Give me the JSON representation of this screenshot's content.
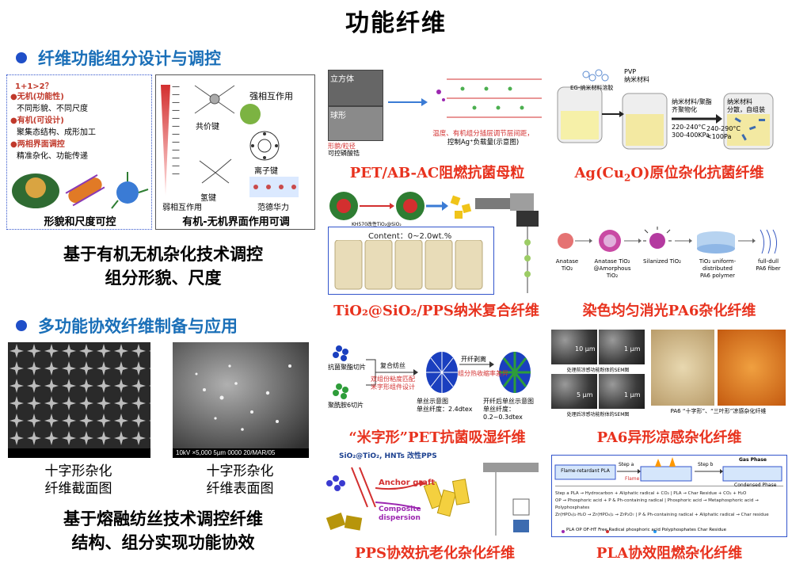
{
  "page_title": "功能纤维",
  "left": {
    "section1": {
      "heading": "纤维功能组分设计与调控",
      "box1": {
        "label_top": "1+1>2？",
        "items": [
          {
            "head": "●无机(功能性)",
            "sub": "不同形貌、不同尺度"
          },
          {
            "head": "●有机(可设计)",
            "sub": "聚集态结构、成形加工"
          },
          {
            "head": "●两相界面调控",
            "sub": "精准杂化、功能传递"
          }
        ],
        "caption": "形貌和尺度可控"
      },
      "box2": {
        "strong_label": "强相互作用",
        "weak_label": "弱相互作用",
        "bond_covalent": "共价键",
        "bond_ionic": "离子键",
        "bond_hydrogen": "氢键",
        "bond_vdw": "范德华力",
        "caption": "有机-无机界面作用可调"
      },
      "summary_line1": "基于有机无机杂化技术调控",
      "summary_line2": "组分形貌、尺度"
    },
    "section2": {
      "heading": "多功能协效纤维制备与应用",
      "img1_caption_line1": "十字形杂化",
      "img1_caption_line2": "纤维截面图",
      "img2_caption_line1": "十字形杂化",
      "img2_caption_line2": "纤维表面图",
      "sem_scale_text": "10kV  ×5,000  5µm  0000  20/MAR/05",
      "summary_line1": "基于熔融纺丝技术调控纤维",
      "summary_line2": "结构、组分实现功能协效"
    }
  },
  "right": {
    "p1": {
      "caption": "PET/AB-AC阻燃抗菌母粒",
      "label_cube": "立方体",
      "label_sphere": "球形",
      "label_shape": "形貌/粒径",
      "label_phosphate": "可控磷酸锆",
      "note_line1": "温度、有机组分插层调节层间距，",
      "note_line2": "控制Ag⁺负载量(示意图)"
    },
    "p2": {
      "caption_prefix": "Ag(Cu",
      "caption_sub": "2",
      "caption_suffix": "O)原位杂化抗菌纤维",
      "label_pvp": "PVP",
      "label_nano": "纳米材料",
      "label_eg": "EG-纳米材料溶胶",
      "label_step1a": "纳米材料/聚酯",
      "label_step1b": "齐聚物化",
      "label_cond1a": "220-240°C",
      "label_cond1b": "300-400KPa",
      "label_step2a": "纳米材料",
      "label_step2b": "分散，自组装",
      "label_cond2a": "240-290°C",
      "label_cond2b": "<100Pa"
    },
    "p3": {
      "caption": "TiO₂@SiO₂/PPS纳米复合纤维",
      "content_label": "Content：0~2.0wt.%",
      "kh_label": "KH570改性TiO₂@SiO₂"
    },
    "p4": {
      "caption": "染色均匀消光PA6杂化纤维",
      "label1a": "Anatase",
      "label1b": "TiO₂",
      "label2a": "Anatase TiO₂",
      "label2b": "@Amorphous TiO₂",
      "label3": "Silanized TiO₂",
      "label4a": "TiO₂ uniform-distributed",
      "label4b": "PA6 polymer",
      "label5a": "full-dull",
      "label5b": "PA6 fiber"
    },
    "p5": {
      "caption": "“米字形”PET抗菌吸湿纤维",
      "label_chip1": "抗菌聚酯切片",
      "label_chip2": "聚酰胺6切片",
      "label_spin": "复合纺丝",
      "label_design1": "双组份粘度匹配",
      "label_design2": "米字形组件设计",
      "label_cut": "开纤剥离",
      "label_shrink": "组分热收缩率差异",
      "label_mono1": "单丝示意图",
      "label_mono2": "单丝纤度：2.4dtex",
      "label_open1": "开纤后单丝示意图",
      "label_open2": "单丝纤度：0.2~0.3dtex"
    },
    "p6": {
      "caption": "PA6异形凉感杂化纤维",
      "scale1": "10 µm",
      "scale2": "1 µm",
      "scale3": "5 µm",
      "scale4": "1 µm",
      "sem_label1": "处理前凉感功能粉体的SEM图",
      "sem_label2": "处理后凉感功能粉体的SEM图",
      "bottom_label": "PA6 “十字形”、“三叶形”凉感杂化纤维"
    },
    "p7": {
      "caption": "PPS协效抗老化杂化纤维",
      "label_top": "SiO₂@TiO₂, HNTs 改性PPS",
      "label_anchor": "Anchor graft",
      "label_comp1": "Composite",
      "label_comp2": "dispersion"
    },
    "p8": {
      "caption": "PLA协效阻燃杂化纤维",
      "label_pla": "Flame-retardant PLA",
      "label_step_a": "Step a",
      "label_step_b": "Step b",
      "label_flame": "Flame",
      "label_gas": "Gas Phase",
      "label_cond": "Condensed Phase",
      "legend": "PLA  OP  OF-HT  Free Radical  phosphoric acid  Polyphosphates  Char Residue"
    }
  },
  "colors": {
    "heading_blue": "#1a6fb8",
    "caption_red": "#e8321e",
    "bullet_blue": "#1f4fc8"
  }
}
